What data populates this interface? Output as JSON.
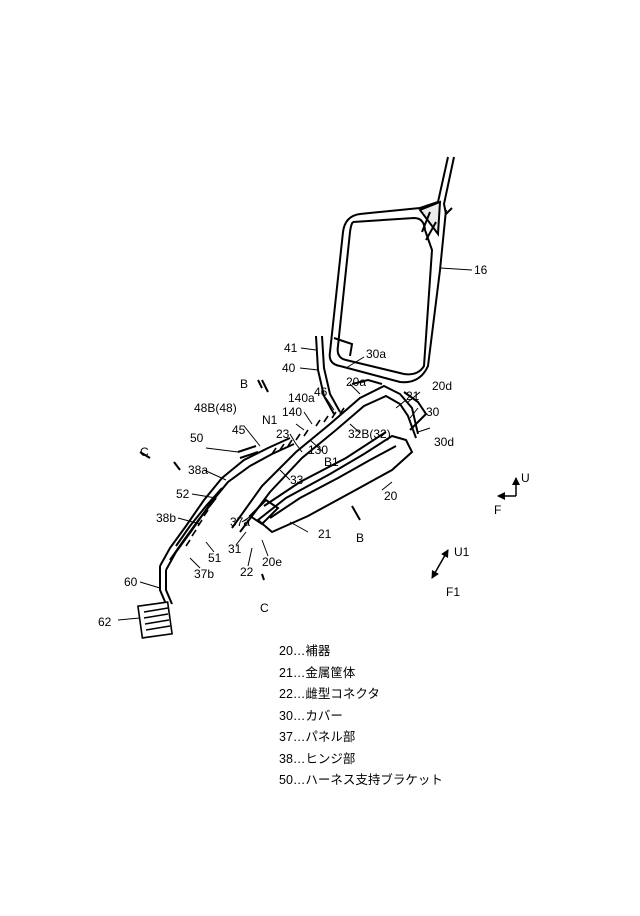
{
  "labels": {
    "l16": "16",
    "l41": "41",
    "l40": "40",
    "l30a": "30a",
    "lB_top": "B",
    "l20a": "20a",
    "l20d": "20d",
    "l46": "46",
    "l140a": "140a",
    "l21_top": "21",
    "l48B": "48B(48)",
    "lN1": "N1",
    "l140": "140",
    "l30": "30",
    "l45": "45",
    "l23": "23",
    "l32B": "32B(32)",
    "l30d": "30d",
    "l50": "50",
    "lC_top": "C",
    "l130": "130",
    "lB1": "B1",
    "l38a": "38a",
    "l33": "33",
    "l20": "20",
    "l52": "52",
    "l37a": "37a",
    "l38b": "38b",
    "l21_bottom": "21",
    "lB_bottom": "B",
    "l31": "31",
    "l51": "51",
    "l20e": "20e",
    "l37b": "37b",
    "l22": "22",
    "l60": "60",
    "lC_bottom": "C",
    "l62": "62",
    "lU": "U",
    "lF": "F",
    "lU1": "U1",
    "lF1": "F1"
  },
  "legend": [
    "20…補器",
    "21…金属筐体",
    "22…雌型コネクタ",
    "30…カバー",
    "37…パネル部",
    "38…ヒンジ部",
    "50…ハーネス支持ブラケット"
  ]
}
